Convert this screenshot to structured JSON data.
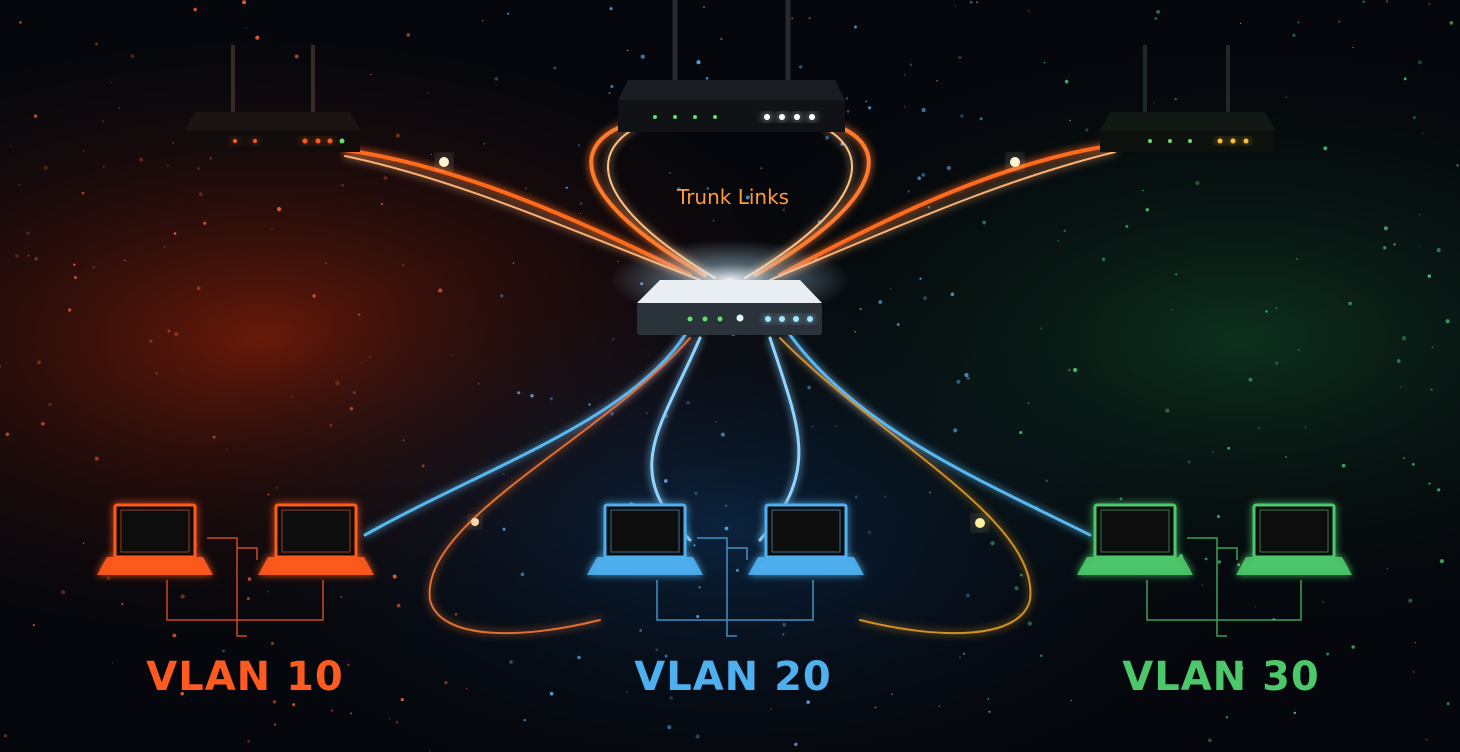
{
  "diagram": {
    "trunk_label": "Trunk Links",
    "vlans": [
      {
        "label": "VLAN 10",
        "color": "#ff5a1f",
        "laptops": 2
      },
      {
        "label": "VLAN 20",
        "color": "#4fb0f0",
        "laptops": 2
      },
      {
        "label": "VLAN 30",
        "color": "#4cc86a",
        "laptops": 2
      }
    ],
    "colors": {
      "background": "#05070c",
      "trunk": "#ff7a2a",
      "switch_glow": "#ffffff",
      "red": "#ff5a1f",
      "blue": "#4fb0f0",
      "green": "#4cc86a",
      "trunk_text": "#ff9a3a"
    },
    "devices": {
      "routers": 3,
      "central_switch": 1
    }
  }
}
